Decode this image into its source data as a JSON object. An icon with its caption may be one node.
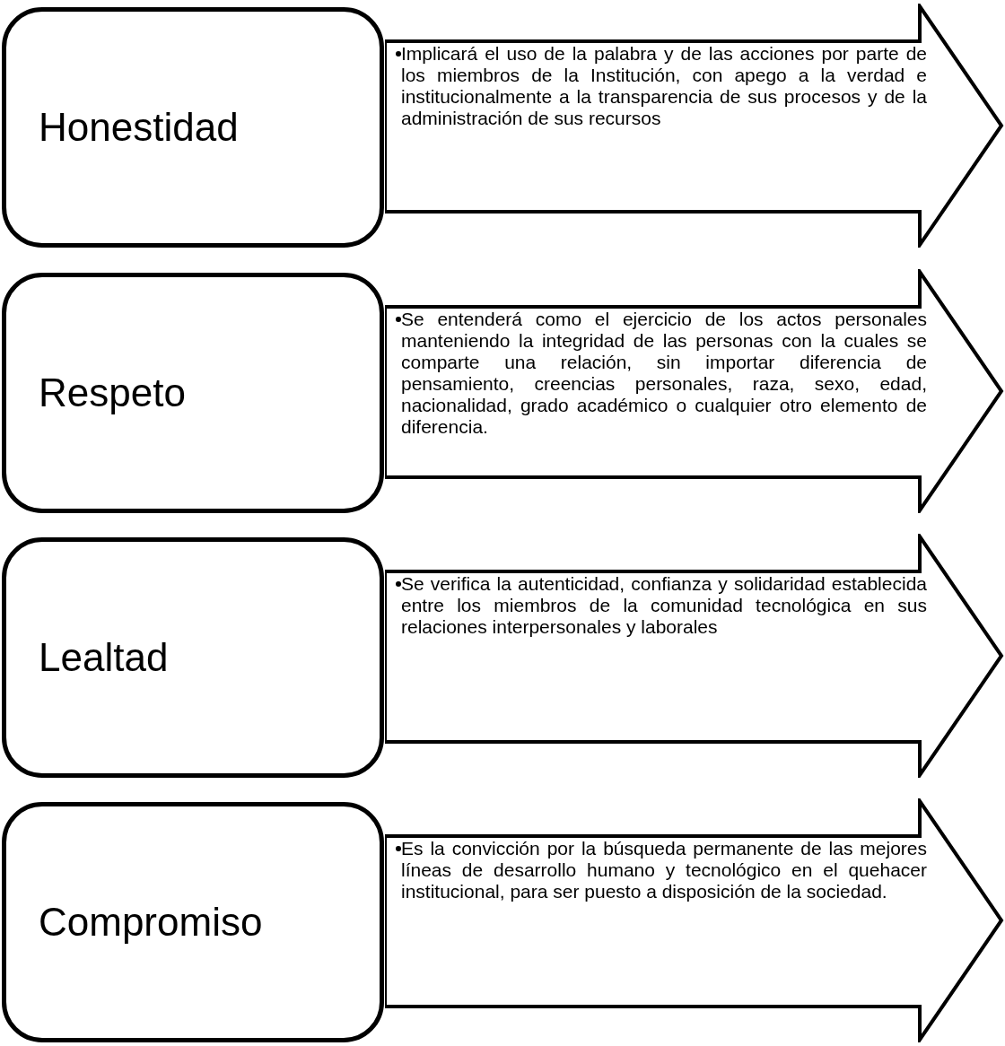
{
  "diagram": {
    "nodes": [
      {
        "text": [
          "Honestidad"
        ]
      },
      {
        "text": [
          "Implicará el uso de la palabra y de las acciones por parte de los miembros de la Institución, con apego a la verdad e institucionalmente a la transparencia de sus procesos y de la administración de sus recursos"
        ]
      },
      {
        "text": [
          "Respeto"
        ]
      },
      {
        "text": [
          "Se entenderá como el ejercicio de los actos personales manteniendo la integridad de las personas con la cuales se comparte una relación, sin importar diferencia de pensamiento, creencias personales, raza, sexo, edad, nacionalidad, grado académico o cualquier otro elemento de diferencia."
        ]
      },
      {
        "text": [
          "Lealtad"
        ]
      },
      {
        "text": [
          "Se verifica la autenticidad, confianza y solidaridad establecida entre los miembros de la comunidad tecnológica en sus relaciones interpersonales y laborales"
        ]
      },
      {
        "text": [
          "Compromiso"
        ]
      },
      {
        "text": [
          "Es la convicción por la búsqueda permanente de las mejores líneas de desarrollo humano y tecnológico en el quehacer institucional, para ser puesto a disposición de la sociedad."
        ]
      }
    ]
  }
}
